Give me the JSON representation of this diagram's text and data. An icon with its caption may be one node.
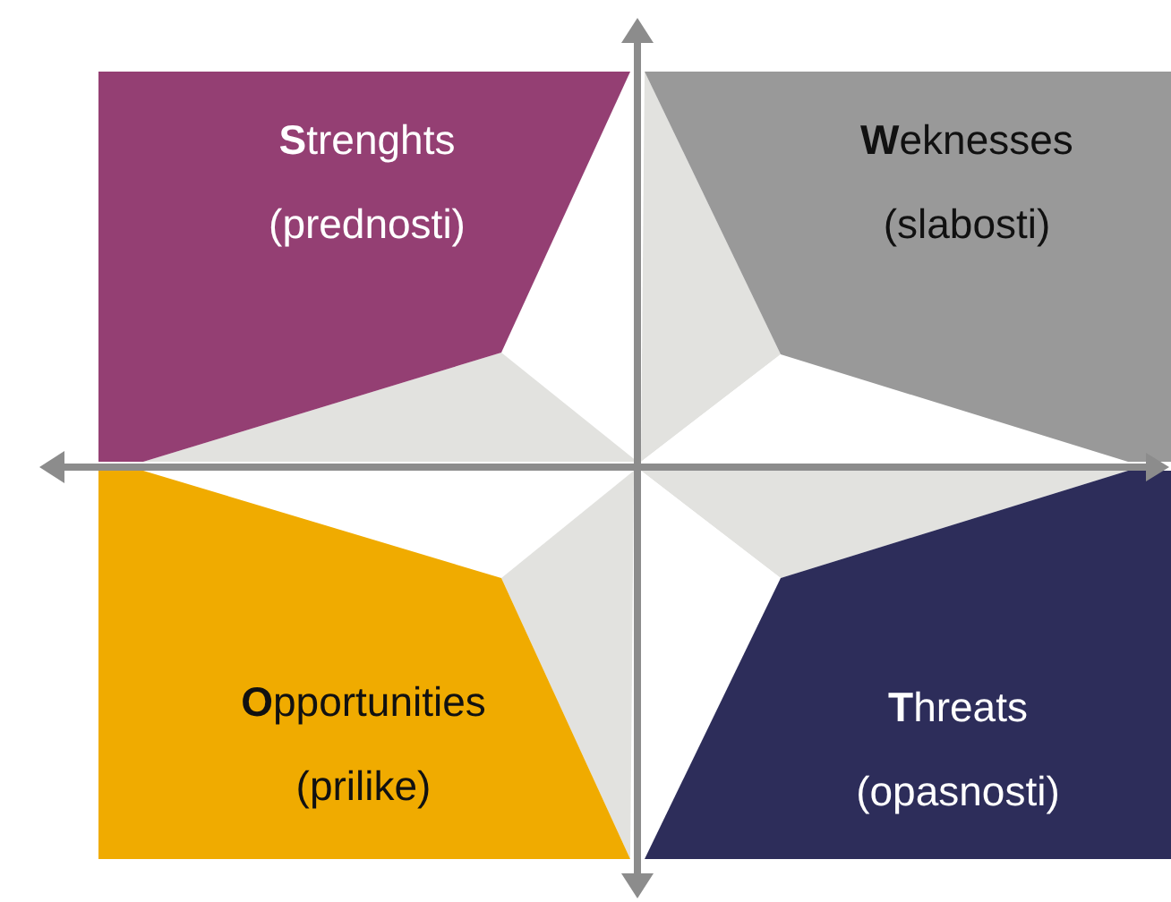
{
  "diagram": {
    "nodes": [
      {
        "text": [
          "**S**trenghts",
          "(prednosti)"
        ]
      },
      {
        "text": [
          "**W**eknesses",
          "(slabosti)"
        ]
      },
      {
        "text": [
          "**O**pportunities",
          "(prilike)"
        ]
      },
      {
        "text": [
          "**T**hreats",
          "(opasnosti)"
        ]
      }
    ]
  }
}
